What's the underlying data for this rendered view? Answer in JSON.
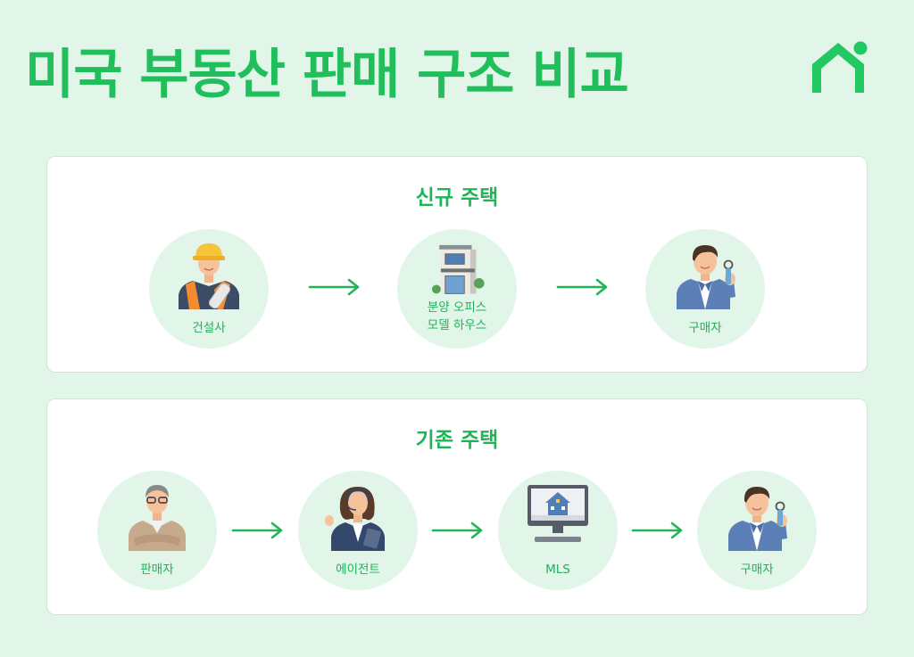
{
  "page": {
    "title": "미국 부동산 판매 구조 비교",
    "logo_icon": "house-logo-icon",
    "accent_color": "#20bf5c",
    "background_color": "#e1f5e9"
  },
  "sections": {
    "new_homes": {
      "title": "신규 주택",
      "nodes": [
        {
          "label": "건설사",
          "icon": "construction-worker-icon"
        },
        {
          "label_line1": "분양 오피스",
          "label_line2": "모델 하우스",
          "icon": "building-icon"
        },
        {
          "label": "구매자",
          "icon": "buyer-with-keys-icon"
        }
      ]
    },
    "existing_homes": {
      "title": "기존 주택",
      "nodes": [
        {
          "label": "판매자",
          "icon": "seller-elderly-man-icon"
        },
        {
          "label": "에이전트",
          "icon": "agent-with-headset-icon"
        },
        {
          "label": "MLS",
          "icon": "computer-listing-icon"
        },
        {
          "label": "구매자",
          "icon": "buyer-with-keys-icon"
        }
      ]
    }
  }
}
